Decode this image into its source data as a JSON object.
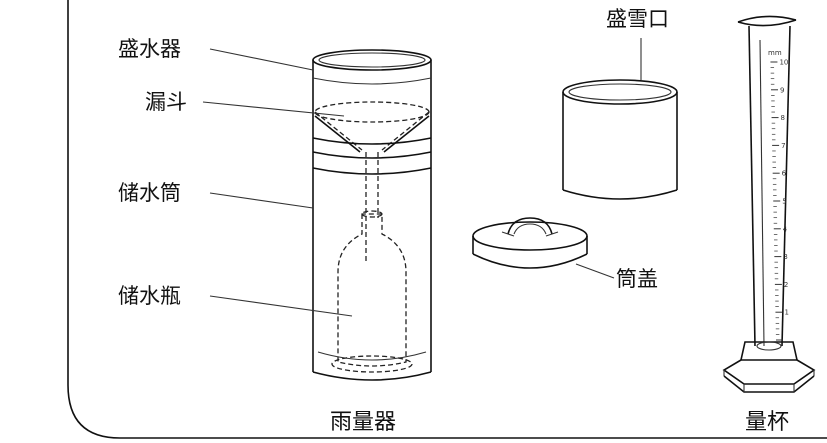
{
  "labels": {
    "collector": "盛水器",
    "funnel": "漏斗",
    "storage_cylinder": "储水筒",
    "storage_bottle": "储水瓶",
    "snow_collector": "盛雪口",
    "cylinder_cover": "筒盖"
  },
  "captions": {
    "rain_gauge": "雨量器",
    "measuring_cup": "量杯"
  },
  "measuring_cup": {
    "unit": "mm",
    "ticks": [
      "1",
      "2",
      "3",
      "4",
      "5",
      "6",
      "7",
      "8",
      "9",
      "10"
    ]
  }
}
